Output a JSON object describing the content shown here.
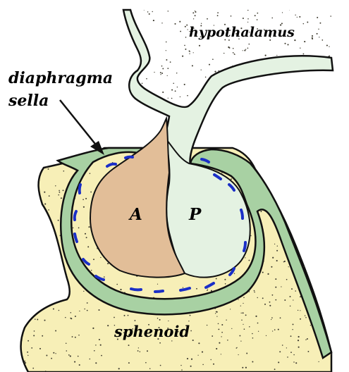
{
  "labels": {
    "hypothalamus": "hypothalamus",
    "diaphragma_line1": "diaphragma",
    "diaphragma_line2": "sella",
    "anterior": "A",
    "posterior": "P",
    "sphenoid": "sphenoid"
  },
  "colors": {
    "bone": "#f7efb7",
    "bone_stipple": "#3d3a2e",
    "dura": "#a8d1a3",
    "dura_vessel": "#1b2fc7",
    "anterior_lobe": "#e2be98",
    "posterior_lobe": "#e4f2e2",
    "hypothalamus_bg": "#ffffff",
    "outline": "#111111"
  },
  "icons": {
    "arrow": "arrow-icon"
  }
}
